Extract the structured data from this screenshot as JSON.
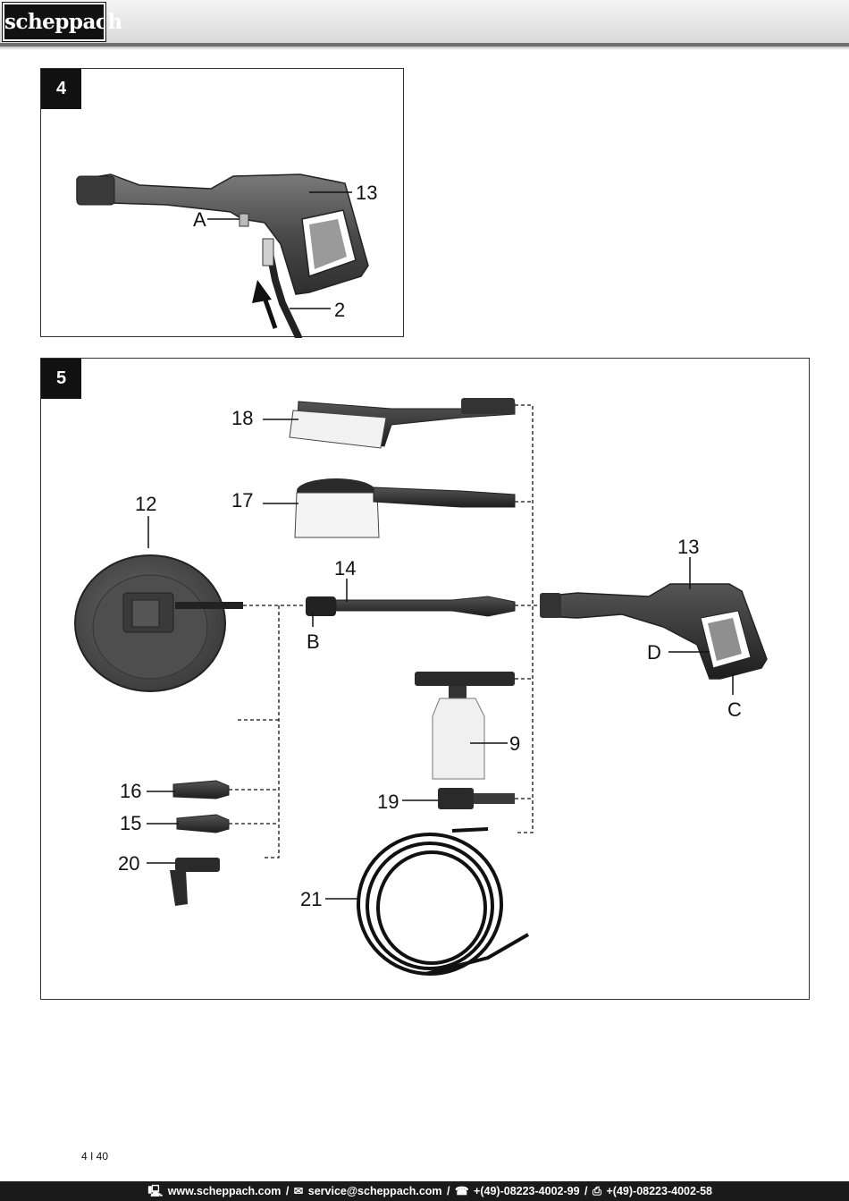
{
  "header": {
    "logo_text": "scheppach"
  },
  "figure4": {
    "number": "4",
    "labels": {
      "p13": "13",
      "pA": "A",
      "p2": "2"
    }
  },
  "figure5": {
    "number": "5",
    "labels": {
      "p18": "18",
      "p17": "17",
      "p12": "12",
      "p14": "14",
      "pB": "B",
      "p13": "13",
      "pD": "D",
      "pC": "C",
      "p9": "9",
      "p16": "16",
      "p15": "15",
      "p20": "20",
      "p19": "19",
      "p21": "21"
    }
  },
  "page_number": "4 I 40",
  "footer": {
    "web_icon": "computer-icon",
    "web": "www.scheppach.com",
    "sep": "/",
    "mail_icon": "mail-icon",
    "mail": "service@scheppach.com",
    "phone_icon": "phone-icon",
    "phone": "+(49)-08223-4002-99",
    "fax_icon": "fax-icon",
    "fax": "+(49)-08223-4002-58"
  }
}
